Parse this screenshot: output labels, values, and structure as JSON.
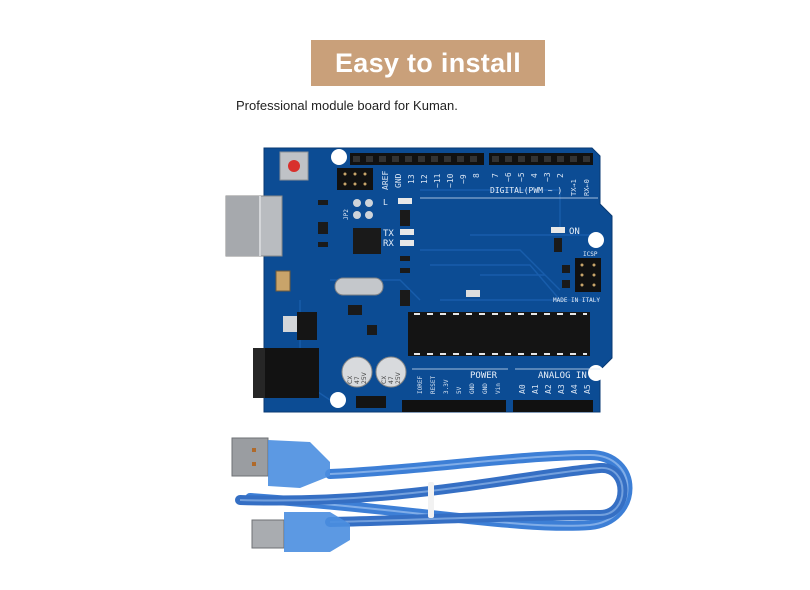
{
  "header": {
    "banner_text": "Easy to install",
    "banner_color": "#c9a07a",
    "subtitle": "Professional module board for Kuman."
  },
  "product_image": {
    "board": {
      "color": "#0c4c94",
      "digital_header_pins": [
        "AREF",
        "GND",
        "13",
        "12",
        "~11",
        "~10",
        "~9",
        "8",
        "7",
        "~6",
        "~5",
        "4",
        "~3",
        "2",
        "TX→1",
        "RX←0"
      ],
      "digital_label": "DIGITAL(PWM ~ )",
      "power_header_pins": [
        "IOREF",
        "RESET",
        "3.3V",
        "5V",
        "GND",
        "GND",
        "Vin"
      ],
      "power_label": "POWER",
      "analog_header_pins": [
        "A0",
        "A1",
        "A2",
        "A3",
        "A4",
        "A5"
      ],
      "analog_label": "ANALOG IN",
      "led_labels": {
        "l": "L",
        "tx": "TX",
        "rx": "RX",
        "on": "ON"
      },
      "icsp_label": "ICSP",
      "made_in": "MADE IN ITALY",
      "jumper_label": "JP2",
      "capacitor_text": [
        "CX",
        "47",
        "25V"
      ]
    },
    "cable": {
      "color": "#3d7fd6",
      "description": "USB A to B cable"
    }
  }
}
